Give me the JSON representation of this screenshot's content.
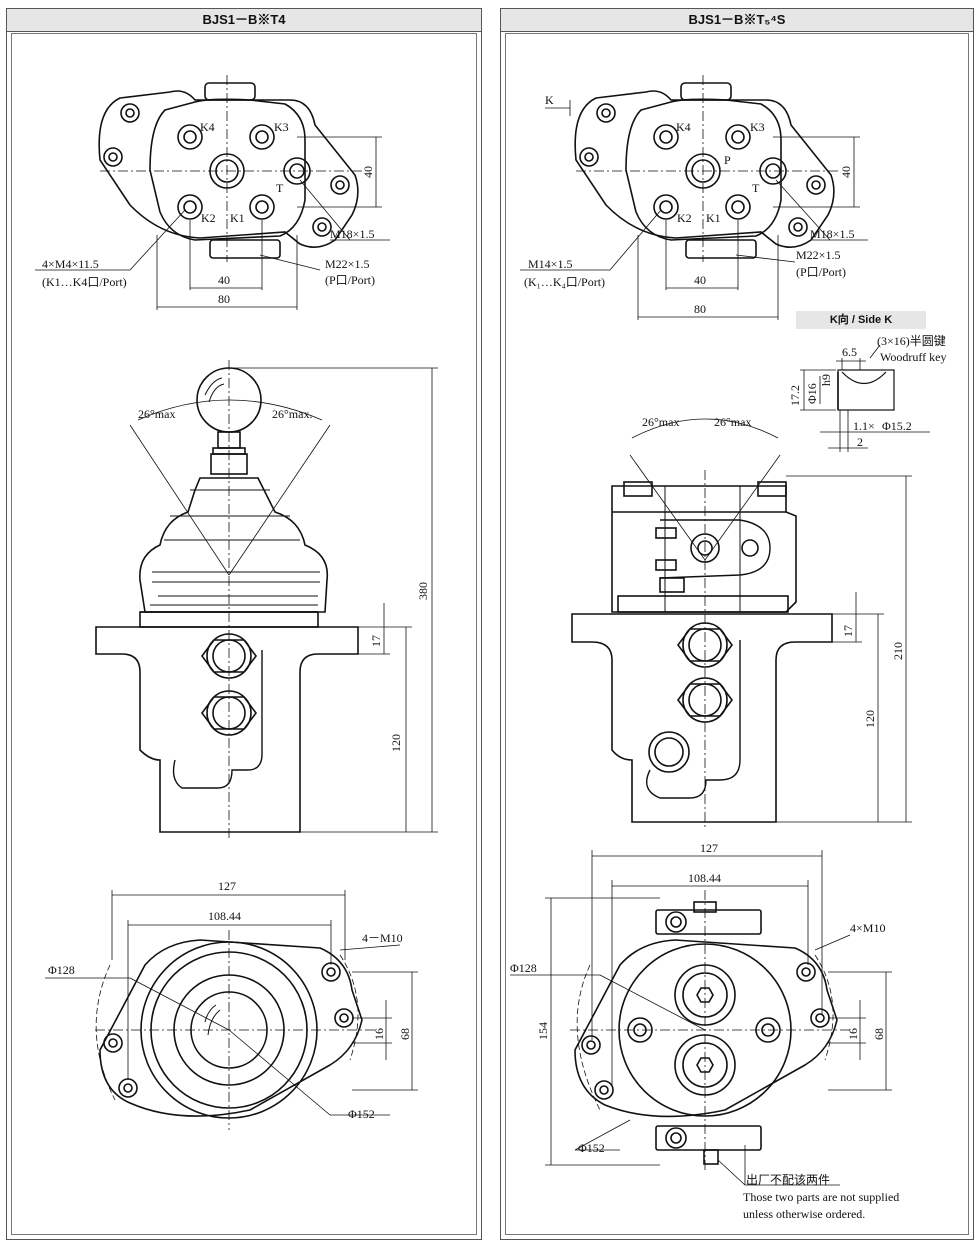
{
  "left": {
    "title": "BJS1－B※T4",
    "top": {
      "ports": [
        "K4",
        "K3",
        "K2",
        "K1",
        "T"
      ],
      "dim_vert": "40",
      "dim_h1": "40",
      "dim_h2": "80",
      "thread_ports": "4×M4×11.5",
      "thread_ports_note": "(K1…K4口/Port)",
      "thread_t": "M18×1.5",
      "thread_p": "M22×1.5",
      "thread_p_note": "(P口/Port)"
    },
    "front": {
      "angle_left": "26°max",
      "angle_right": "26°max.",
      "dim_total": "380",
      "dim_17": "17",
      "dim_120": "120"
    },
    "bottom": {
      "dim_127": "127",
      "dim_108": "108.44",
      "dia_128": "Φ128",
      "dia_152": "Φ152",
      "thread": "4－M10",
      "dim_16": "16",
      "dim_68": "68"
    }
  },
  "right": {
    "title": "BJS1－B※T₅⁴S",
    "top": {
      "k_arrow": "K",
      "ports": [
        "K4",
        "K3",
        "K2",
        "K1",
        "T",
        "P"
      ],
      "dim_vert": "40",
      "dim_h1": "40",
      "dim_h2": "80",
      "thread_ports": "M14×1.5",
      "thread_ports_note": "(K₁…K₄口/Port)",
      "thread_t": "M18×1.5",
      "thread_p": "M22×1.5",
      "thread_p_note": "(P口/Port)"
    },
    "side_k": {
      "title": "K向 / Side K",
      "key": "(3×16)半圆键",
      "key_en": "Woodruff key",
      "dim_65": "6.5",
      "dim_172": "17.2",
      "dia_16": "Φ16",
      "dim_h9": "h9",
      "dim_11": "1.1×",
      "dia_152": "Φ15.2",
      "dim_2": "2"
    },
    "front": {
      "angle_left": "26°max",
      "angle_right": "26°max",
      "dim_210": "210",
      "dim_17": "17",
      "dim_120": "120"
    },
    "bottom": {
      "dim_127": "127",
      "dim_108": "108.44",
      "dia_128": "Φ128",
      "dia_152": "Φ152",
      "thread": "4×M10",
      "dim_154": "154",
      "dim_16": "16",
      "dim_68": "68",
      "note_cn": "出厂不配该两件",
      "note_en1": "Those two parts are not supplied",
      "note_en2": "unless otherwise ordered."
    }
  }
}
